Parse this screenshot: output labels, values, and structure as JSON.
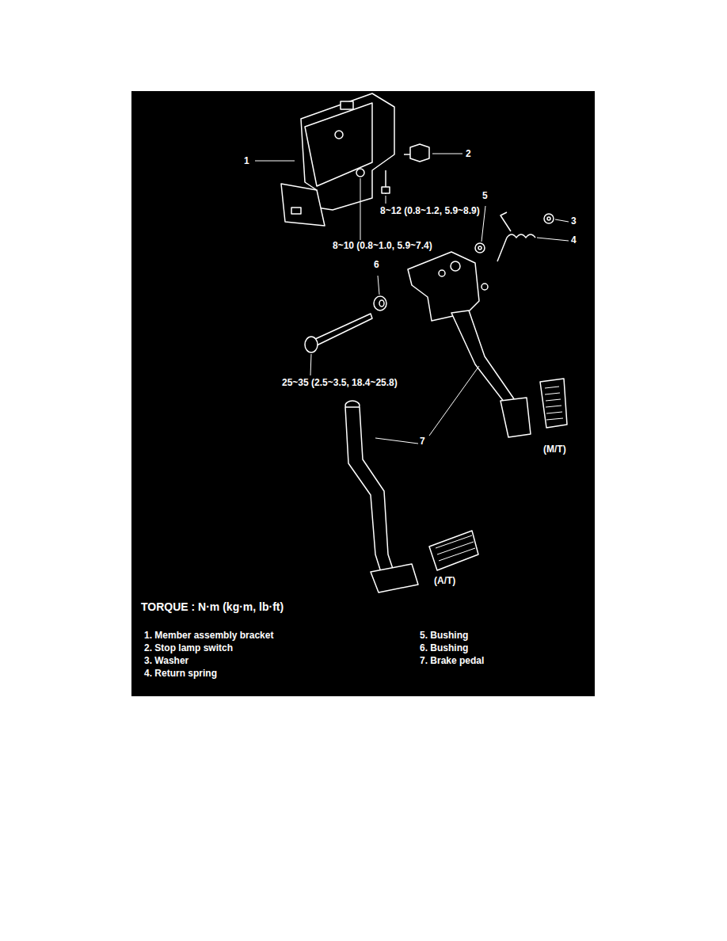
{
  "diagram": {
    "labels": [
      "1",
      "2",
      "8~12 (0.8~1.2, 5.9~8.9)",
      "5",
      "3",
      "8~10 (0.8~1.0, 5.9~7.4)",
      "4",
      "6",
      "25~35 (2.5~3.5, 18.4~25.8)",
      "7",
      "(M/T)",
      "(A/T)",
      "TORQUE : N·m (kg·m, lb·ft)",
      "1. Member assembly bracket",
      "2. Stop lamp switch",
      "3. Washer",
      "4. Return spring",
      "5. Bushing",
      "6. Bushing",
      "7. Brake pedal"
    ]
  }
}
